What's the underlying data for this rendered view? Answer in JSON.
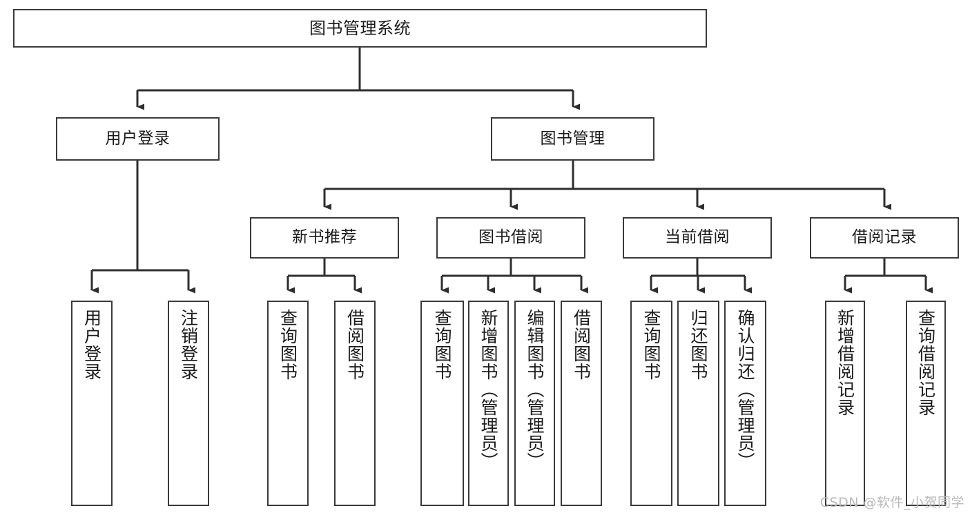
{
  "diagram": {
    "title": "图书管理系统",
    "type": "tree-hierarchy-diagram",
    "root": {
      "label": "图书管理系统"
    },
    "level2": [
      {
        "label": "用户登录"
      },
      {
        "label": "图书管理"
      }
    ],
    "level3": [
      {
        "label": "新书推荐"
      },
      {
        "label": "图书借阅"
      },
      {
        "label": "当前借阅"
      },
      {
        "label": "借阅记录"
      }
    ],
    "leaves": {
      "user_login": [
        {
          "label": "用户登录"
        },
        {
          "label": "注销登录"
        }
      ],
      "new_book_recommend": [
        {
          "label": "查询图书"
        },
        {
          "label": "借阅图书"
        }
      ],
      "book_borrow": [
        {
          "label": "查询图书"
        },
        {
          "label": "新增图书（管理员）"
        },
        {
          "label": "编辑图书（管理员）"
        },
        {
          "label": "借阅图书"
        }
      ],
      "current_borrow": [
        {
          "label": "查询图书"
        },
        {
          "label": "归还图书"
        },
        {
          "label": "确认归还（管理员）"
        }
      ],
      "borrow_record": [
        {
          "label": "新增借阅记录"
        },
        {
          "label": "查询借阅记录"
        }
      ]
    }
  },
  "watermark": {
    "text": "CSDN @软件_小贺同学"
  },
  "colors": {
    "border": "#3a3a3a",
    "text": "#1b1b1b",
    "background": "#ffffff",
    "watermark": "#b9b9b9"
  }
}
